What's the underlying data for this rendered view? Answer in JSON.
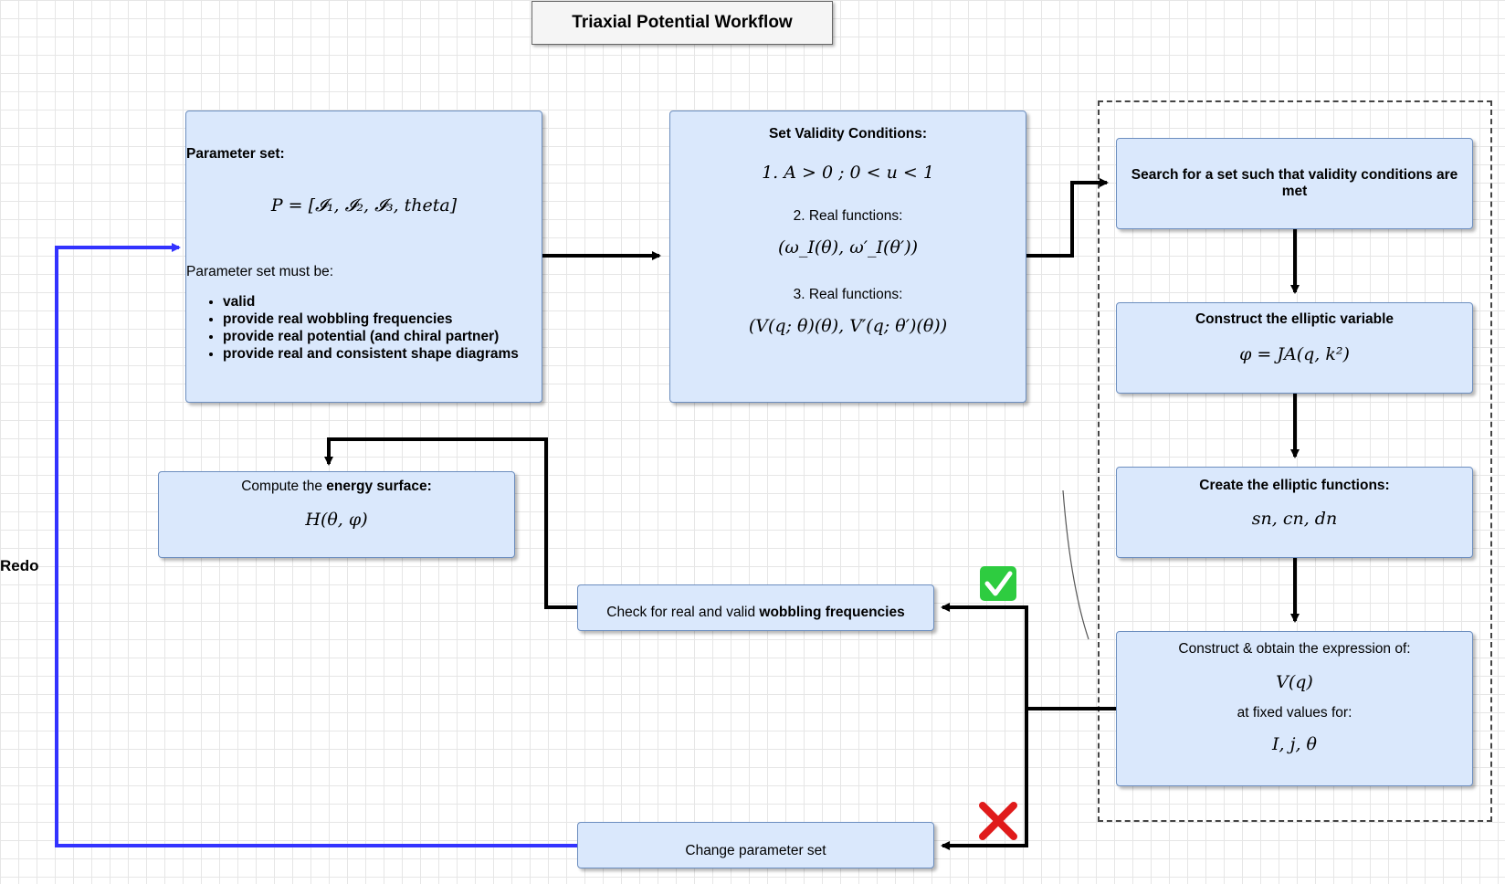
{
  "title": "Triaxial Potential Workflow",
  "redo_label": "Redo",
  "param_box": {
    "heading": "Parameter set:",
    "formula": "P = [𝓘₁, 𝓘₂, 𝓘₃, theta]",
    "must_be": "Parameter set must be:",
    "requirements": [
      "valid",
      "provide real wobbling frequencies",
      "provide real potential (and chiral partner)",
      "provide real and consistent shape diagrams"
    ]
  },
  "validity_box": {
    "heading": "Set Validity Conditions:",
    "cond1": "1. A > 0 ; 0 < u < 1",
    "cond2_label": "2. Real functions:",
    "cond2_formula": "(ω_I(θ), ω′_I(θ′))",
    "cond3_label": "3. Real functions:",
    "cond3_formula": "(V(q; θ)(θ), V′(q; θ′)(θ))"
  },
  "search_box": {
    "text": "Search for a set such that validity conditions are met"
  },
  "elliptic_var_box": {
    "heading": "Construct the elliptic variable",
    "formula": "φ = JA(q, k²)"
  },
  "elliptic_fn_box": {
    "heading": "Create the elliptic functions:",
    "formula": "sn, cn, dn"
  },
  "construct_box": {
    "heading": "Construct & obtain the expression of:",
    "formula": "V(q)",
    "fixed_label": "at fixed values for:",
    "fixed_formula": "I,  j,  θ"
  },
  "energy_box": {
    "prefix": "Compute the ",
    "bold": "energy surface:",
    "formula": "H(θ, φ)"
  },
  "check_box": {
    "prefix": "Check for real and valid ",
    "bold": "wobbling frequencies"
  },
  "change_box": {
    "text": "Change parameter set"
  },
  "colors": {
    "box_fill": "#dae8fc",
    "box_border": "#6c8ebf",
    "redo_arrow": "#3333ff",
    "check_green": "#2ecc40",
    "cross_red": "#e01b1b"
  }
}
